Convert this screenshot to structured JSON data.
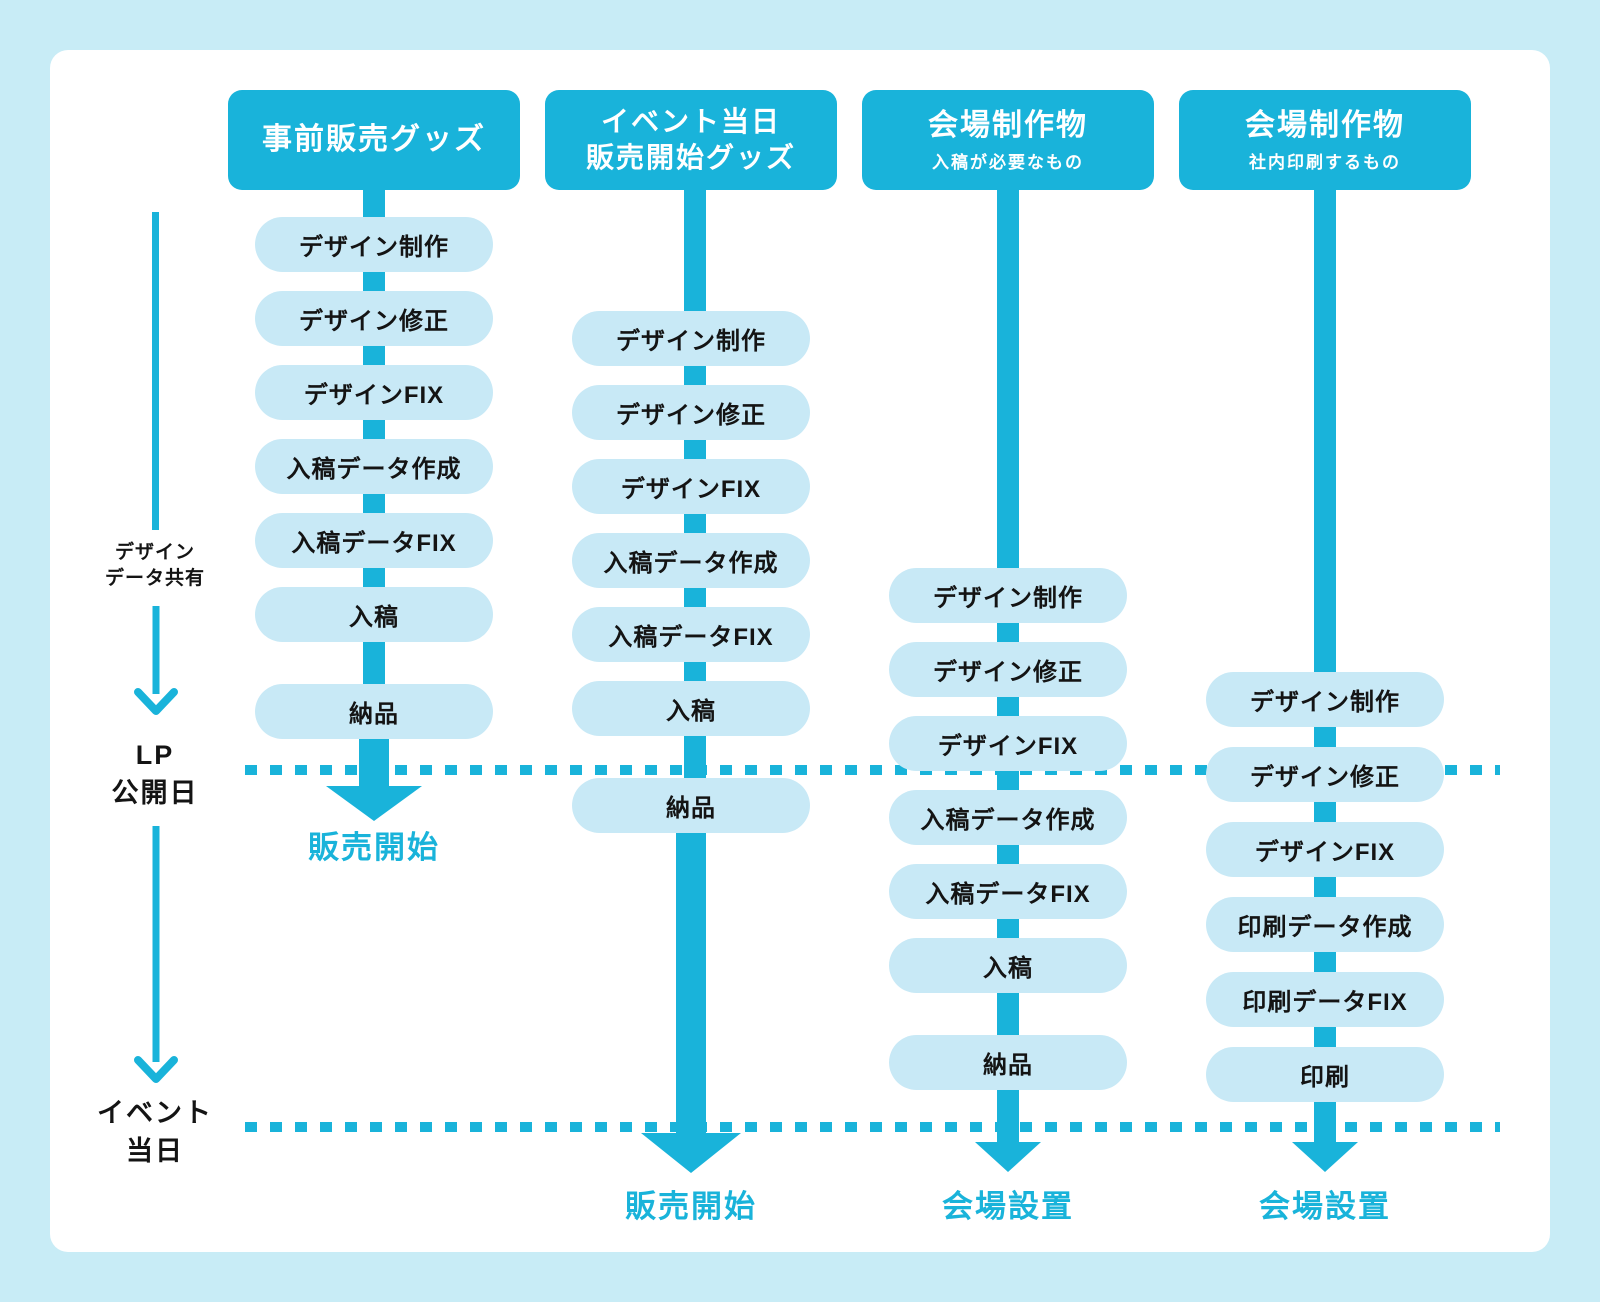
{
  "palette": {
    "primary_cyan": "#19b3da",
    "pill_blue": "#c8e9f6",
    "page_background": "#c8ecf6",
    "panel_background": "#ffffff",
    "text_dark": "#141414"
  },
  "rail": {
    "share_note_lines": [
      "デザイン",
      "データ共有"
    ],
    "milestone_lp_lines": [
      "LP",
      "公開日"
    ],
    "milestone_event_lines": [
      "イベント",
      "当日"
    ]
  },
  "columns": [
    {
      "title_lines": [
        "事前販売グッズ"
      ],
      "steps": [
        "デザイン制作",
        "デザイン修正",
        "デザインFIX",
        "入稿データ作成",
        "入稿データFIX",
        "入稿",
        "納品"
      ],
      "outcome": "販売開始"
    },
    {
      "title_lines": [
        "イベント当日",
        "販売開始グッズ"
      ],
      "steps": [
        "デザイン制作",
        "デザイン修正",
        "デザインFIX",
        "入稿データ作成",
        "入稿データFIX",
        "入稿",
        "納品"
      ],
      "outcome": "販売開始"
    },
    {
      "title_lines": [
        "会場制作物"
      ],
      "subtitle": "入稿が必要なもの",
      "steps": [
        "デザイン制作",
        "デザイン修正",
        "デザインFIX",
        "入稿データ作成",
        "入稿データFIX",
        "入稿",
        "納品"
      ],
      "outcome": "会場設置"
    },
    {
      "title_lines": [
        "会場制作物"
      ],
      "subtitle": "社内印刷するもの",
      "steps": [
        "デザイン制作",
        "デザイン修正",
        "デザインFIX",
        "印刷データ作成",
        "印刷データFIX",
        "印刷"
      ],
      "outcome": "会場設置"
    }
  ]
}
